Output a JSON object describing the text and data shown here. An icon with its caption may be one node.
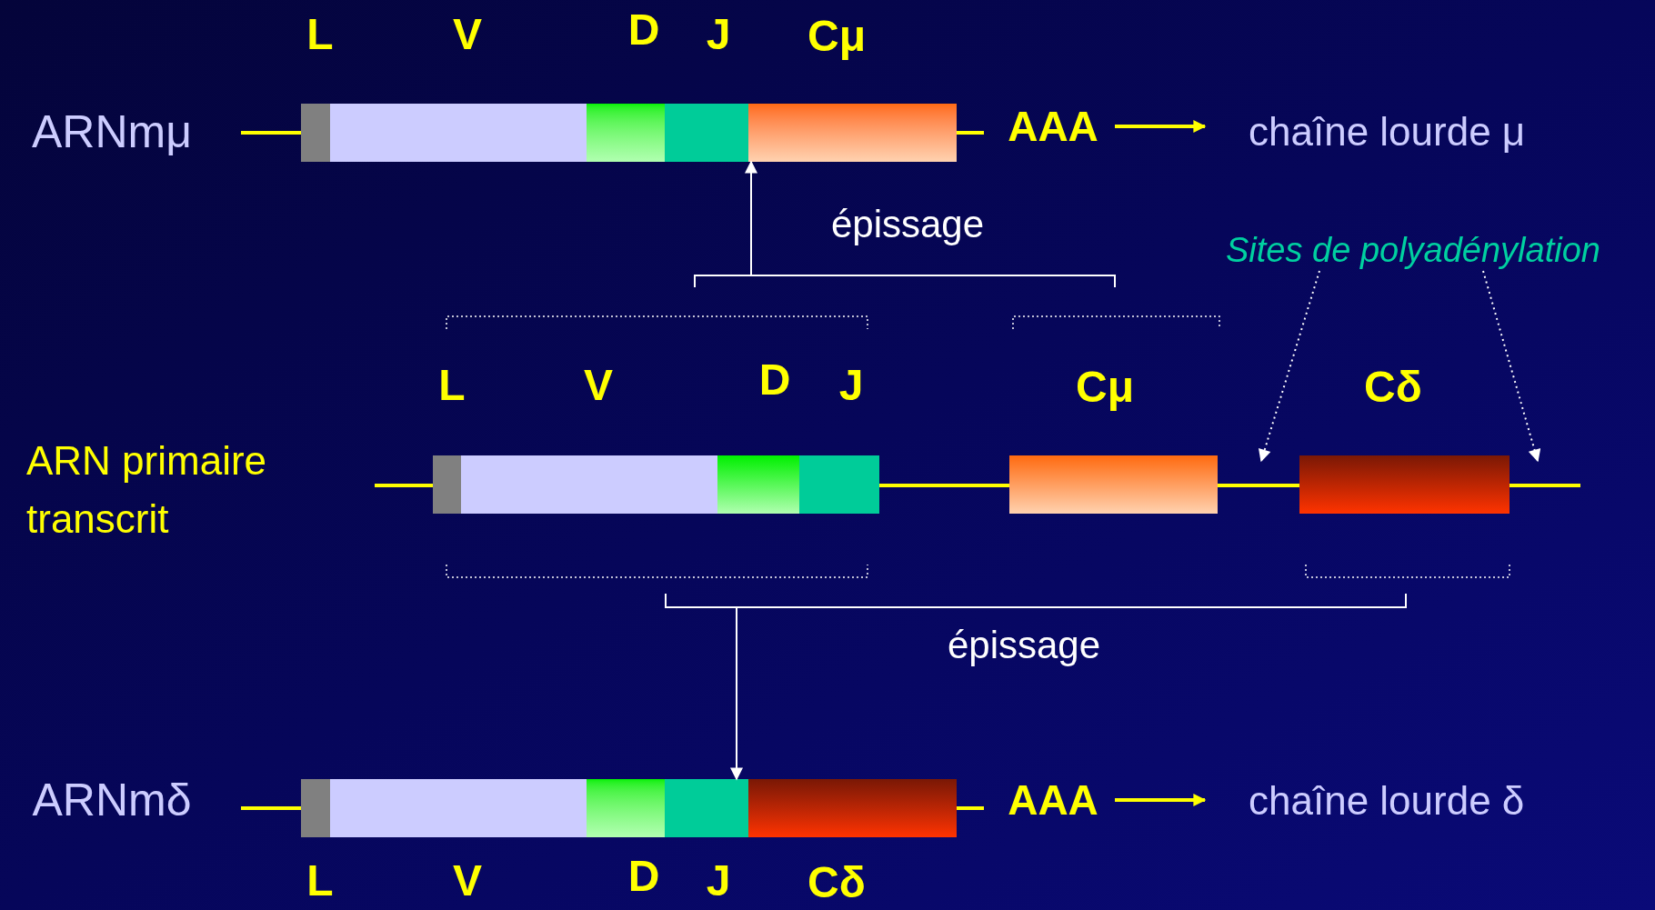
{
  "diagram": {
    "nodes": [
      {
        "text": [],
        "shape": "bar",
        "beside": [
          "ARNmμ"
        ]
      },
      {
        "text": [
          "AAA"
        ]
      },
      {
        "text": [
          "chaîne lourde μ"
        ]
      },
      {
        "text": [],
        "shape": "bracket",
        "beside": [
          "épissage"
        ]
      },
      {
        "text": [
          "Sites de polyadénylation"
        ]
      },
      {
        "text": [],
        "shape": "bracket",
        "beside": [
          "épissage"
        ]
      },
      {
        "text": [],
        "shape": "bar",
        "beside": [
          "ARNmδ"
        ]
      },
      {
        "text": [
          "AAA"
        ]
      },
      {
        "text": [
          "chaîne lourde δ"
        ]
      }
    ],
    "edges": [
      {
        "from": 1,
        "to": 2,
        "arrow": "to",
        "color": "#ffff00"
      },
      {
        "from": 3,
        "to": 0,
        "arrow": "to"
      },
      {
        "from": 4,
        "to": null,
        "arrow": "to",
        "style": "dashed"
      },
      {
        "from": 4,
        "to": null,
        "arrow": "to",
        "style": "dashed"
      },
      {
        "from": 5,
        "to": 6,
        "arrow": "to"
      },
      {
        "from": 7,
        "to": 8,
        "arrow": "to",
        "color": "#ffff00"
      }
    ],
    "labels": [
      "L",
      "V",
      "D",
      "J",
      "Cμ",
      "L",
      "V",
      "D",
      "J",
      "Cμ",
      "Cδ",
      "ARN primaire transcrit",
      "L",
      "V",
      "D",
      "J",
      "Cδ"
    ]
  }
}
